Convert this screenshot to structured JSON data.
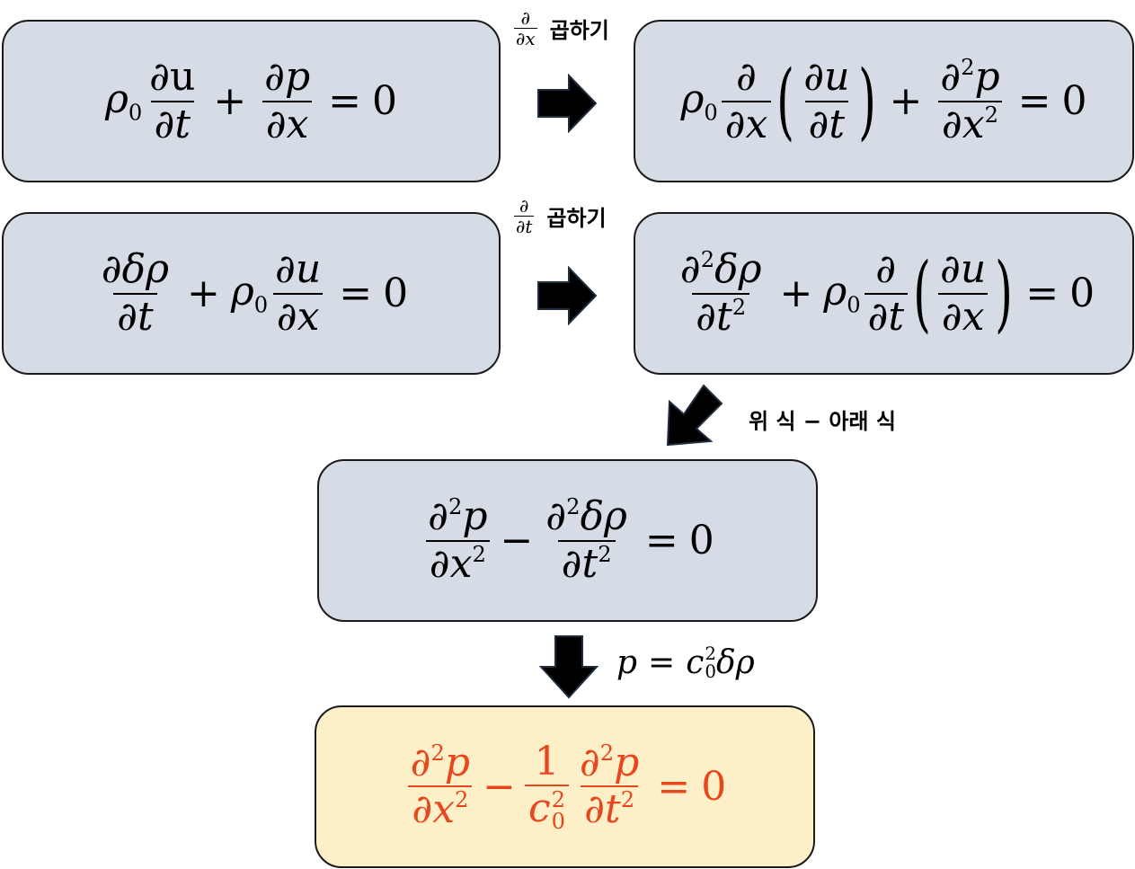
{
  "operations": {
    "multiply_dx": {
      "num": "∂",
      "den": "∂x",
      "text": "곱하기"
    },
    "multiply_dt": {
      "num": "∂",
      "den": "∂t",
      "text": "곱하기"
    },
    "subtract": "위 식 − 아래 식",
    "substitution": "p = c₀²δρ"
  },
  "colors": {
    "box_fill": "#d6dce5",
    "final_fill": "#fdf0c8",
    "final_text": "#e8461c",
    "border": "#1a1a1a"
  }
}
